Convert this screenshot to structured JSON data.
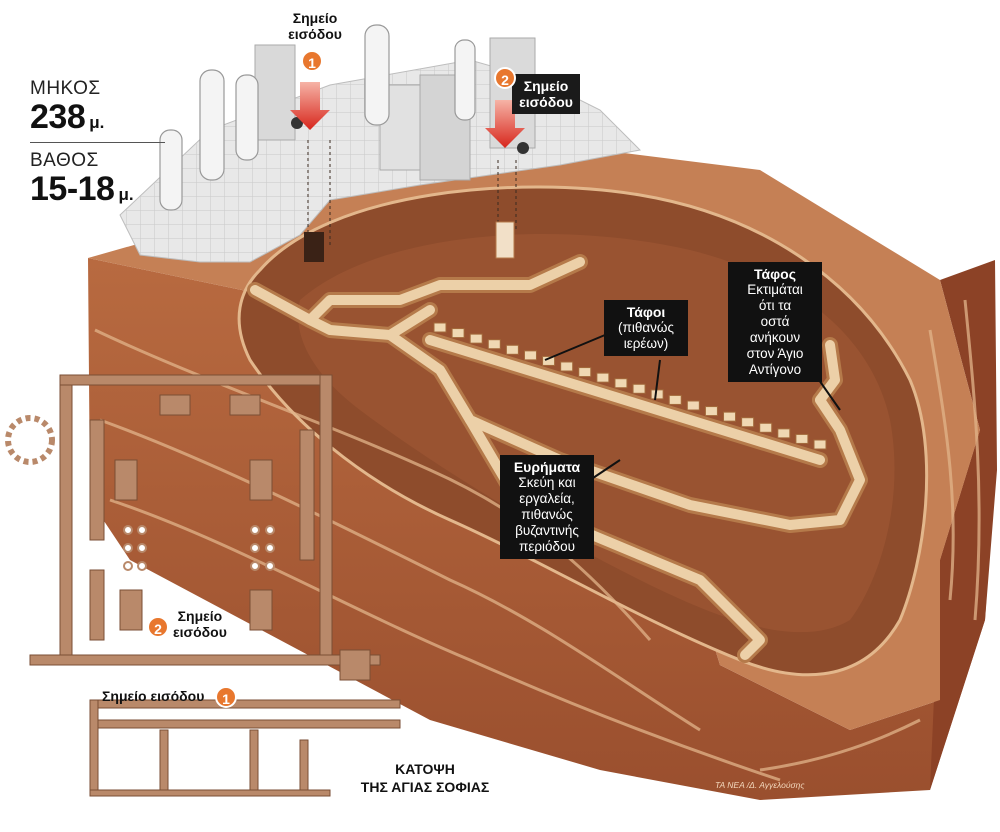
{
  "stats": {
    "length_label": "ΜΗΚΟΣ",
    "length_value": "238",
    "length_unit": "μ.",
    "depth_label": "ΒΑΘΟΣ",
    "depth_value": "15-18",
    "depth_unit": "μ."
  },
  "entries": {
    "entry1": {
      "number": "1",
      "line1": "Σημείο",
      "line2": "εισόδου"
    },
    "entry2": {
      "number": "2",
      "line1": "Σημείο",
      "line2": "εισόδου"
    }
  },
  "callouts": {
    "tombs": {
      "title": "Τάφοι",
      "text": "(πιθανώς\nιερέων)"
    },
    "tomb": {
      "title": "Τάφος",
      "text": "Εκτιμάται\nότι τα\nοστά\nανήκουν\nστον Άγιο\nΑντίγονο"
    },
    "finds": {
      "title": "Ευρήματα",
      "text": "Σκεύη και\nεργαλεία,\nπιθανώς\nβυζαντινής\nπεριόδου"
    }
  },
  "plan": {
    "entry2": {
      "number": "2",
      "line1": "Σημείο",
      "line2": "εισόδου"
    },
    "entry1": {
      "number": "1",
      "label": "Σημείο εισόδου"
    },
    "caption_line1": "ΚΑΤΟΨΗ",
    "caption_line2": "ΤΗΣ ΑΓΙΑΣ ΣΟΦΙΑΣ"
  },
  "credit": "ΤΑ ΝΕΑ  /Δ. Αγγελούσης",
  "colors": {
    "earth_top": "#c07a4e",
    "earth_front": "#a85a35",
    "earth_side": "#8c4226",
    "cavity": "#8a4a2a",
    "tunnel": "#e9c9a0",
    "tunnel_edge": "#b57a4a",
    "pavement": "#e6e6e6",
    "entry_arrow": "#e0392b",
    "badge": "#e8772e",
    "plan": "#b9896a"
  }
}
